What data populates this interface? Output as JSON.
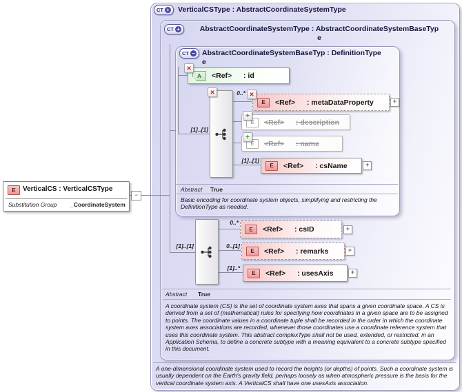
{
  "palette": {
    "container_fill": "#d7d7f2",
    "element_fill": "#f7caca",
    "attribute_fill": "#e2f6e2",
    "delete_red": "#cc2222",
    "add_green": "#2e9e2e",
    "badge_blue": "#4848a2",
    "line_gray": "#8a8a9a"
  },
  "icons": {
    "element_badge": "E",
    "attribute_badge": "A",
    "complex_type_badge": "CT",
    "delete_glyph": "✕",
    "add_glyph": "+",
    "expand_glyph": "+",
    "collapse_dash": "−"
  },
  "left_element": {
    "badge": "E",
    "title": "VerticalCS : VerticalCSType",
    "substitution_label": "Substitution Group",
    "substitution_value": "_CoordinateSystem"
  },
  "outer": {
    "badge": "CT",
    "sign": "+",
    "title": "VerticalCSType : AbstractCoordinateSystemType",
    "annotation": "A one-dimensional coordinate system used to record the heights (or depths) of points. Such a coordinate system is usually dependent on the Earth's gravity field, perhaps loosely as when atmospheric pressure is the basis for the vertical coordinate system axis. A VerticalCS shall have one usesAxis association."
  },
  "middle": {
    "badge": "CT",
    "sign": "+",
    "title_line1": "AbstractCoordinateSystemType : AbstractCoordinateSystemBaseTyp",
    "title_line2": "e",
    "abstract_label": "Abstract",
    "abstract_value": "True",
    "annotation": "A coordinate system (CS) is the set of coordinate system axes that spans a given coordinate space. A CS is derived from a set of (mathematical) rules for specifying how coordinates in a given space are to be assigned to points. The coordinate values in a coordinate tuple shall be recorded in the order in which the coordinate system axes associations are recorded, whenever those coordinates use a coordinate reference system that uses this coordinate system. This abstract complexType shall not be used, extended, or restricted, in an Application Schema, to define a concrete subtype with a meaning equivalent to a concrete subtype specified in this document.",
    "seq_occurrence": "[1]..[1]",
    "children": [
      {
        "occ": "0..*",
        "ref": "<Ref>",
        "name": ": csID"
      },
      {
        "occ": "0..[1]",
        "ref": "<Ref>",
        "name": ": remarks"
      },
      {
        "occ": "[1]..*",
        "ref": "<Ref>",
        "name": ": usesAxis"
      }
    ]
  },
  "inner": {
    "badge": "CT",
    "sign": "−",
    "title_line1": "AbstractCoordinateSystemBaseTyp : DefinitionType",
    "title_line2": "e",
    "abstract_label": "Abstract",
    "abstract_value": "True",
    "annotation": "Basic encoding for coordinate system objects, simplifying and restricting the DefinitionType as needed.",
    "attribute": {
      "ref": "<Ref>",
      "name": ": id"
    },
    "seq_occurrence": "[1]..[1]",
    "children": [
      {
        "occ": "0..*",
        "ref": "<Ref>",
        "name": ": metaDataProperty"
      },
      {
        "occ": "",
        "ref": "<Ref>",
        "name": ": description"
      },
      {
        "occ": "",
        "ref": "<Ref>",
        "name": ": name"
      },
      {
        "occ": "[1]..[1]",
        "ref": "<Ref>",
        "name": ": csName"
      }
    ]
  }
}
